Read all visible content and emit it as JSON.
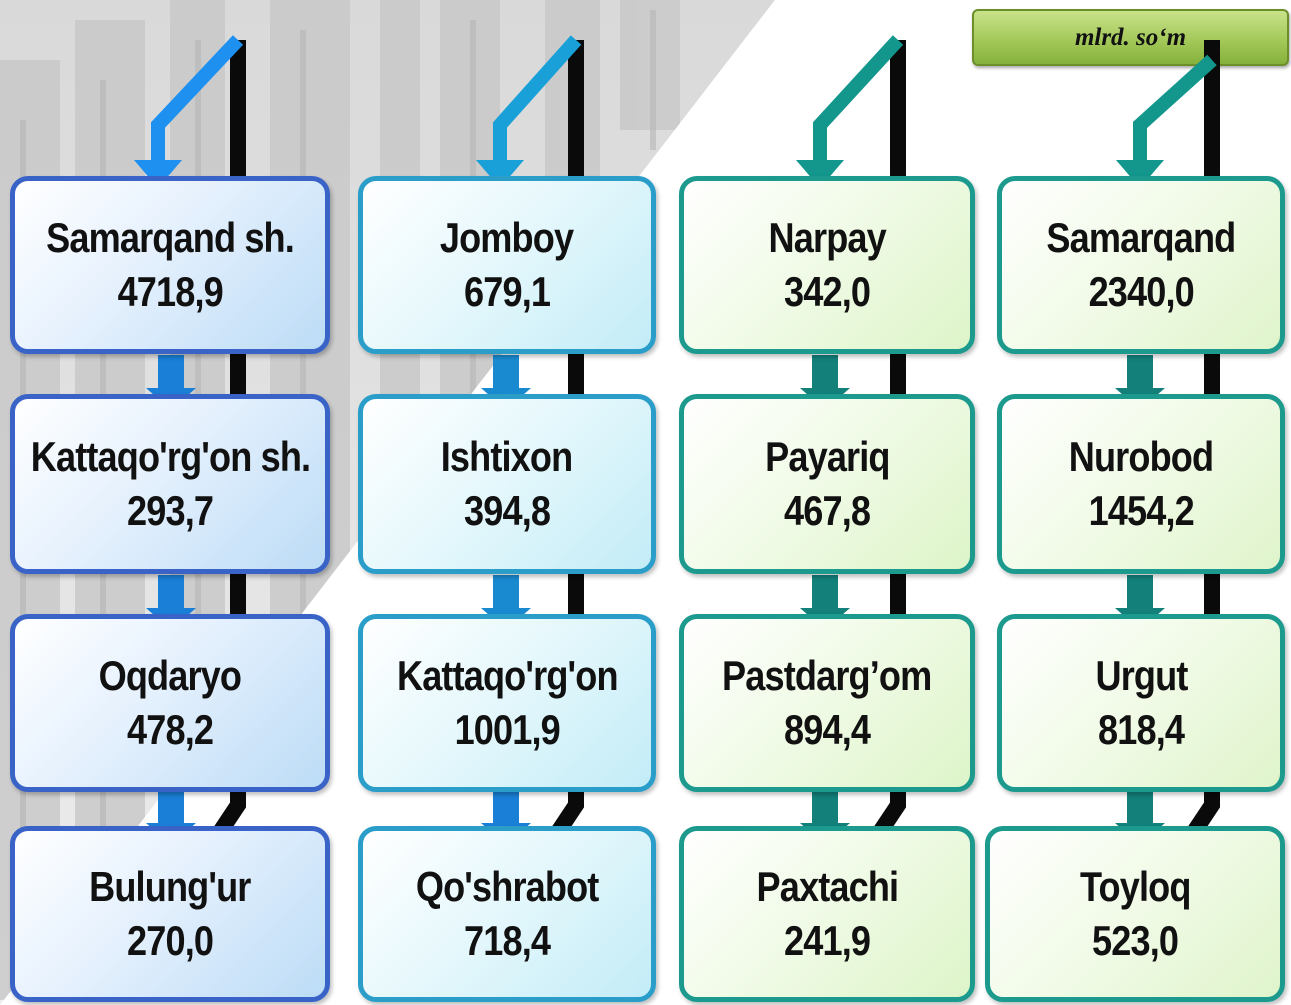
{
  "unit_label": "mlrd. so‘m",
  "columns": [
    {
      "items": [
        {
          "name": "Samarqand sh.",
          "value": "4718,9"
        },
        {
          "name": "Kattaqo'rg'on sh.",
          "value": "293,7"
        },
        {
          "name": "Oqdaryo",
          "value": "478,2"
        },
        {
          "name": "Bulung'ur",
          "value": "270,0"
        }
      ]
    },
    {
      "items": [
        {
          "name": "Jomboy",
          "value": "679,1"
        },
        {
          "name": "Ishtixon",
          "value": "394,8"
        },
        {
          "name": "Kattaqo'rg'on",
          "value": "1001,9"
        },
        {
          "name": "Qo'shrabot",
          "value": "718,4"
        }
      ]
    },
    {
      "items": [
        {
          "name": "Narpay",
          "value": "342,0"
        },
        {
          "name": "Payariq",
          "value": "467,8"
        },
        {
          "name": "Pastdarg’om",
          "value": "894,4"
        },
        {
          "name": "Paxtachi",
          "value": "241,9"
        }
      ]
    },
    {
      "items": [
        {
          "name": "Samarqand",
          "value": "2340,0"
        },
        {
          "name": "Nurobod",
          "value": "1454,2"
        },
        {
          "name": "Urgut",
          "value": "818,4"
        },
        {
          "name": "Toyloq",
          "value": "523,0"
        }
      ]
    }
  ],
  "colors": {
    "col1_accent": "#1e90f0",
    "col2_accent": "#1aa0d8",
    "col3_accent": "#13968c",
    "col4_accent": "#13968c"
  }
}
